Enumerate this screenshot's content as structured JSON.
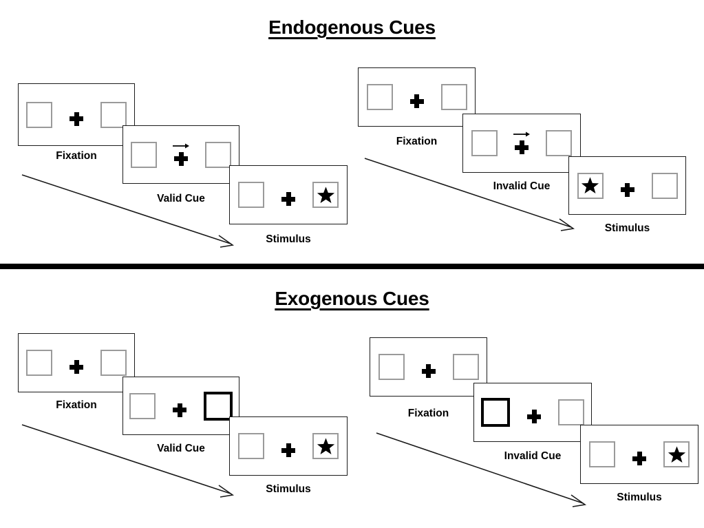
{
  "figure": {
    "background_color": "#ffffff",
    "line_color": "#1a1a1a",
    "box_color": "#9a9a9a",
    "highlight_color": "#000000"
  },
  "sections": [
    {
      "id": "endogenous",
      "title": "Endogenous Cues",
      "columns": [
        {
          "id": "endogenous-valid",
          "panels": [
            {
              "id": "endo-valid-fixation",
              "caption": "Fixation",
              "left_box": "empty",
              "right_box": "empty",
              "cue": "none"
            },
            {
              "id": "endo-valid-cue",
              "caption": "Valid Cue",
              "left_box": "empty",
              "right_box": "empty",
              "cue": "arrow-right"
            },
            {
              "id": "endo-valid-stimulus",
              "caption": "Stimulus",
              "left_box": "empty",
              "right_box": "star",
              "cue": "none"
            }
          ]
        },
        {
          "id": "endogenous-invalid",
          "panels": [
            {
              "id": "endo-invalid-fixation",
              "caption": "Fixation",
              "left_box": "empty",
              "right_box": "empty",
              "cue": "none"
            },
            {
              "id": "endo-invalid-cue",
              "caption": "Invalid Cue",
              "left_box": "empty",
              "right_box": "empty",
              "cue": "arrow-right"
            },
            {
              "id": "endo-invalid-stimulus",
              "caption": "Stimulus",
              "left_box": "star",
              "right_box": "empty",
              "cue": "none"
            }
          ]
        }
      ]
    },
    {
      "id": "exogenous",
      "title": "Exogenous Cues",
      "columns": [
        {
          "id": "exogenous-valid",
          "panels": [
            {
              "id": "exo-valid-fixation",
              "caption": "Fixation",
              "left_box": "empty",
              "right_box": "empty",
              "cue": "none"
            },
            {
              "id": "exo-valid-cue",
              "caption": "Valid Cue",
              "left_box": "empty",
              "right_box": "highlight",
              "cue": "none"
            },
            {
              "id": "exo-valid-stimulus",
              "caption": "Stimulus",
              "left_box": "empty",
              "right_box": "star",
              "cue": "none"
            }
          ]
        },
        {
          "id": "exogenous-invalid",
          "panels": [
            {
              "id": "exo-invalid-fixation",
              "caption": "Fixation",
              "left_box": "empty",
              "right_box": "empty",
              "cue": "none"
            },
            {
              "id": "exo-invalid-cue",
              "caption": "Invalid Cue",
              "left_box": "highlight",
              "right_box": "empty",
              "cue": "none"
            },
            {
              "id": "exo-invalid-stimulus",
              "caption": "Stimulus",
              "left_box": "empty",
              "right_box": "star",
              "cue": "none"
            }
          ]
        }
      ]
    }
  ],
  "labels": {
    "title_endogenous": "Endogenous Cues",
    "title_exogenous": "Exogenous Cues",
    "fixation": "Fixation",
    "valid_cue": "Valid Cue",
    "invalid_cue": "Invalid Cue",
    "stimulus": "Stimulus",
    "panel_captions": {
      "endo_valid_fixation": "Fixation",
      "endo_valid_cue": "Valid Cue",
      "endo_valid_stimulus": "Stimulus",
      "endo_invalid_fixation": "Fixation",
      "endo_invalid_cue": "Invalid Cue",
      "endo_invalid_stimulus": "Stimulus",
      "exo_valid_fixation": "Fixation",
      "exo_valid_cue": "Valid Cue",
      "exo_valid_stimulus": "Stimulus",
      "exo_invalid_fixation": "Fixation",
      "exo_invalid_cue": "Invalid Cue",
      "exo_invalid_stimulus": "Stimulus"
    }
  },
  "icons": {
    "fixation_cross": "plus-cross-icon",
    "cue_arrow": "arrow-right-icon",
    "stimulus": "star-icon",
    "time_arrow": "diagonal-time-arrow-icon"
  }
}
